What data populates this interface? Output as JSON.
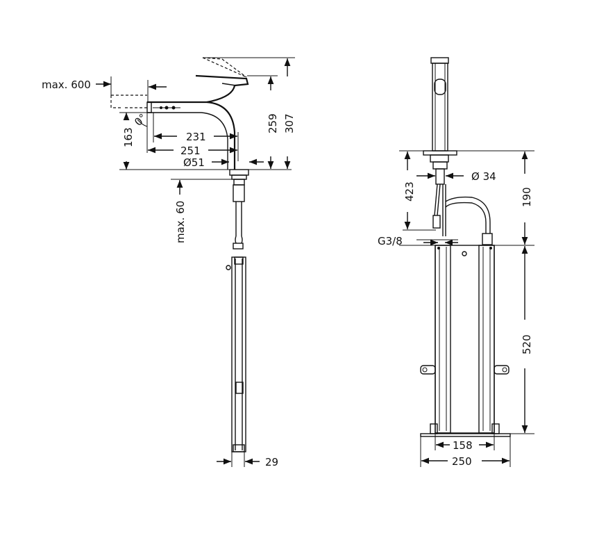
{
  "side_view": {
    "label_max600": "max. 600",
    "label_163": "163",
    "label_angle": "0°",
    "label_231": "231",
    "label_251": "251",
    "label_d51": "Ø51",
    "label_259": "259",
    "label_307": "307",
    "label_max60": "max. 60",
    "label_29": "29"
  },
  "front_view": {
    "label_d34": "Ø 34",
    "label_423": "423",
    "label_190": "190",
    "label_g38": "G3/8",
    "label_520": "520",
    "label_158": "158",
    "label_250": "250"
  }
}
